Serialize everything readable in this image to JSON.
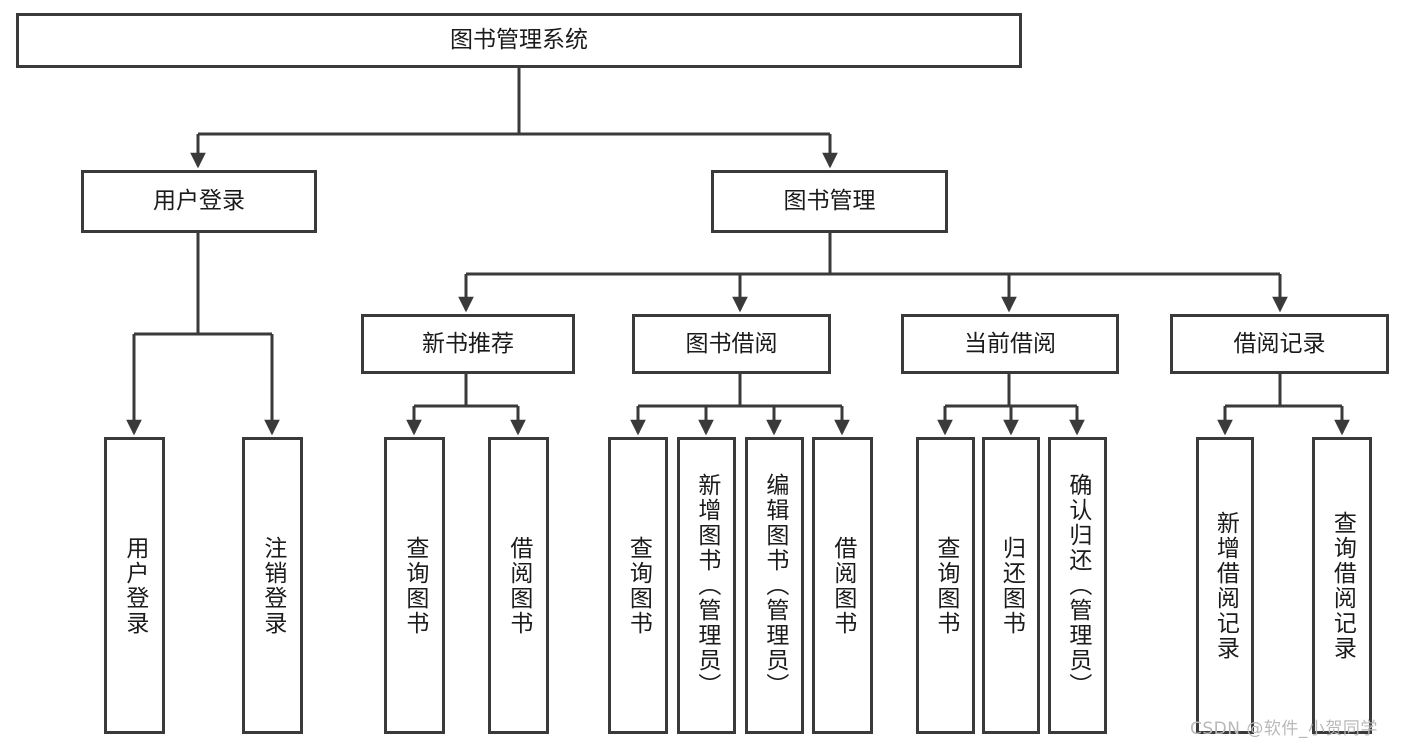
{
  "diagram": {
    "title": "图书管理系统",
    "type": "tree-hierarchy-chart",
    "root": {
      "id": "root",
      "label": "图书管理系统"
    },
    "level2": [
      {
        "id": "user-login",
        "label": "用户登录"
      },
      {
        "id": "book-manage",
        "label": "图书管理"
      }
    ],
    "level3": [
      {
        "id": "new-book-recommend",
        "label": "新书推荐"
      },
      {
        "id": "book-borrow",
        "label": "图书借阅"
      },
      {
        "id": "current-borrow",
        "label": "当前借阅"
      },
      {
        "id": "borrow-record",
        "label": "借阅记录"
      }
    ],
    "leaves": {
      "user_login": [
        {
          "id": "leaf-user-login",
          "label": "用户登录"
        },
        {
          "id": "leaf-logout-login",
          "label": "注销登录"
        }
      ],
      "new_book_recommend": [
        {
          "id": "leaf-query-book-1",
          "label": "查询图书"
        },
        {
          "id": "leaf-borrow-book-1",
          "label": "借阅图书"
        }
      ],
      "book_borrow": [
        {
          "id": "leaf-query-book-2",
          "label": "查询图书"
        },
        {
          "id": "leaf-add-book",
          "label": "新增图书（管理员）"
        },
        {
          "id": "leaf-edit-book",
          "label": "编辑图书（管理员）"
        },
        {
          "id": "leaf-borrow-book-2",
          "label": "借阅图书"
        }
      ],
      "current_borrow": [
        {
          "id": "leaf-query-book-3",
          "label": "查询图书"
        },
        {
          "id": "leaf-return-book",
          "label": "归还图书"
        },
        {
          "id": "leaf-confirm-return",
          "label": "确认归还（管理员）"
        }
      ],
      "borrow_record": [
        {
          "id": "leaf-add-record",
          "label": "新增借阅记录"
        },
        {
          "id": "leaf-query-record",
          "label": "查询借阅记录"
        }
      ]
    }
  },
  "watermark": {
    "text": "CSDN @软件_小贺同学"
  },
  "colors": {
    "border": "#3a3a3a",
    "background": "#ffffff",
    "text": "#1b1b1b",
    "watermark": "#b9b9b9"
  }
}
